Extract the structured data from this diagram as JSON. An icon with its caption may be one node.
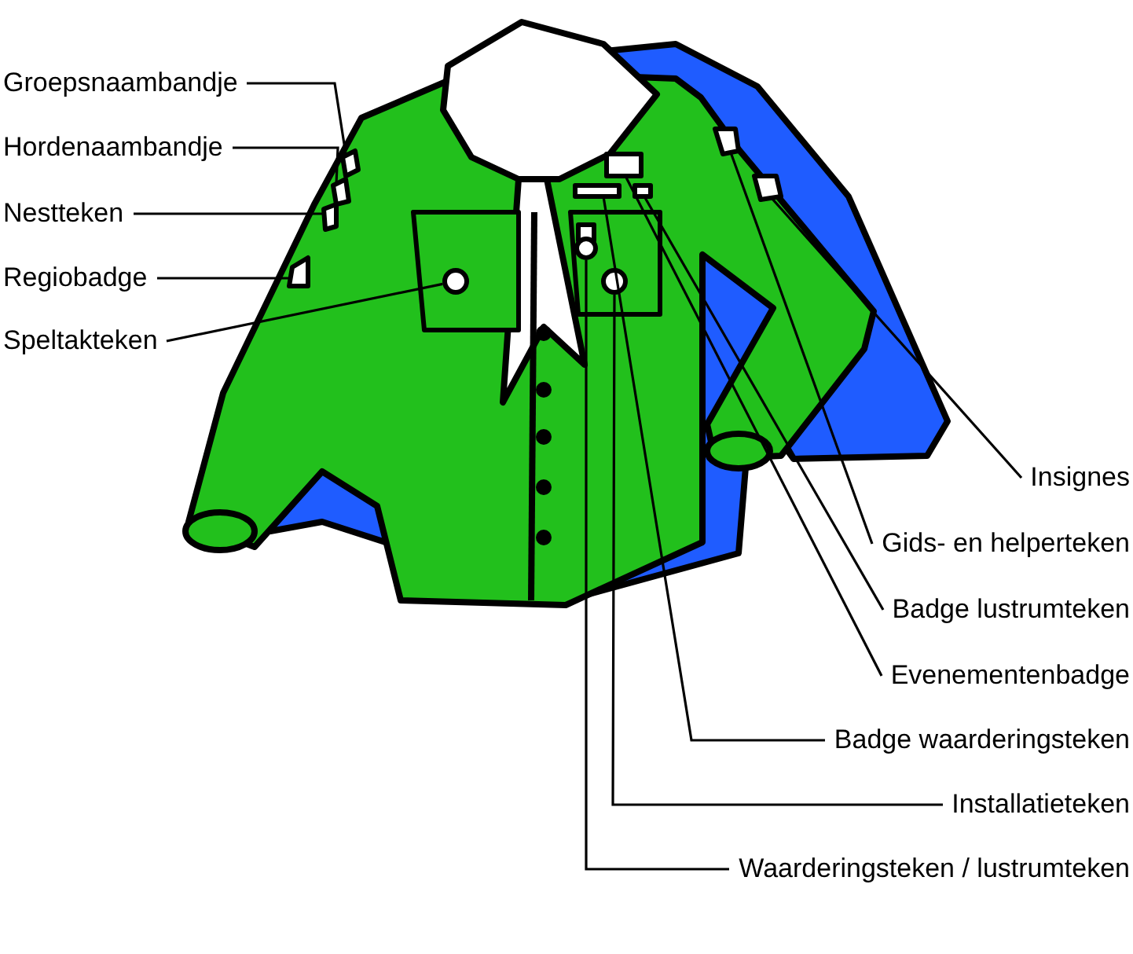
{
  "diagram": {
    "nodes": [
      {
        "text": [
          "Groepsnaambandje"
        ]
      },
      {
        "text": [
          "Hordenaambandje"
        ]
      },
      {
        "text": [
          "Nestteken"
        ]
      },
      {
        "text": [
          "Regiobadge"
        ]
      },
      {
        "text": [
          "Speltakteken"
        ]
      },
      {
        "text": [
          "Insignes"
        ]
      },
      {
        "text": [
          "Gids- en helperteken"
        ]
      },
      {
        "text": [
          "Badge lustrumteken"
        ]
      },
      {
        "text": [
          "Evenementenbadge"
        ]
      },
      {
        "text": [
          "Badge waarderingsteken"
        ]
      },
      {
        "text": [
          "Installatieteken"
        ]
      },
      {
        "text": [
          "Waarderingsteken / lustrumteken"
        ]
      },
      {
        "text": [],
        "shape": "box"
      },
      {
        "text": [],
        "shape": "box"
      },
      {
        "text": [],
        "shape": "box"
      },
      {
        "text": [],
        "shape": "box"
      },
      {
        "text": [],
        "shape": "circle"
      },
      {
        "text": [],
        "shape": "circle"
      },
      {
        "text": [],
        "shape": "box"
      },
      {
        "text": [],
        "shape": "circle"
      },
      {
        "text": [],
        "shape": "box"
      },
      {
        "text": [],
        "shape": "box"
      },
      {
        "text": [],
        "shape": "box"
      },
      {
        "text": [],
        "shape": "box"
      }
    ],
    "edges": [
      {
        "from": 0,
        "to": 12,
        "arrow": "none"
      },
      {
        "from": 1,
        "to": 13,
        "arrow": "none"
      },
      {
        "from": 2,
        "to": 14,
        "arrow": "none"
      },
      {
        "from": 3,
        "to": 15,
        "arrow": "none"
      },
      {
        "from": 4,
        "to": 16,
        "arrow": "none"
      },
      {
        "from": 5,
        "to": 23,
        "arrow": "none"
      },
      {
        "from": 6,
        "to": 22,
        "arrow": "none"
      },
      {
        "from": 7,
        "to": 21,
        "arrow": "none"
      },
      {
        "from": 8,
        "to": 20,
        "arrow": "none"
      },
      {
        "from": 9,
        "to": 18,
        "arrow": "none"
      },
      {
        "from": 10,
        "to": 19,
        "arrow": "none"
      },
      {
        "from": 11,
        "to": 17,
        "arrow": "none"
      }
    ]
  }
}
